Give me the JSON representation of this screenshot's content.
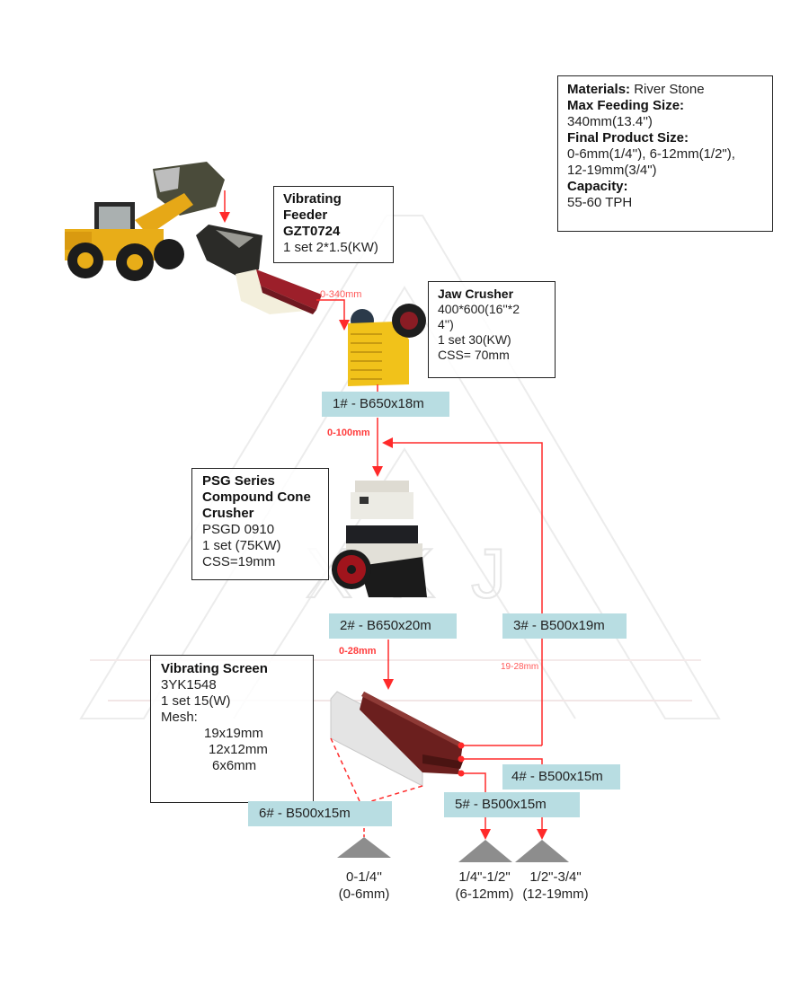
{
  "watermark": {
    "text": "XKJ",
    "shape": "stylized-A-logo"
  },
  "summary": {
    "materials_label": "Materials:",
    "materials_value": "River Stone",
    "max_feed_label": "Max Feeding Size:",
    "max_feed_value": "340mm(13.4'')",
    "final_product_label": "Final Product Size:",
    "final_product_line1": "0-6mm(1/4''), 6-12mm(1/2\"),",
    "final_product_line2": "12-19mm(3/4\")",
    "capacity_label": "Capacity:",
    "capacity_value": "55-60 TPH"
  },
  "equipment": {
    "feeder": {
      "title1": "Vibrating",
      "title2": "Feeder",
      "model": "GZT0724",
      "spec": "1 set 2*1.5(KW)"
    },
    "jaw": {
      "title": "Jaw Crusher",
      "size1": "400*600(16''*2",
      "size2": "4'')",
      "spec": "1 set 30(KW)",
      "css": "CSS= 70mm"
    },
    "cone": {
      "title1": "PSG Series",
      "title2": "Compound Cone",
      "title3": "Crusher",
      "model": "PSGD 0910",
      "spec": "1 set  (75KW)",
      "css": "CSS=19mm"
    },
    "screen": {
      "title": "Vibrating Screen",
      "model": "3YK1548",
      "spec": "1 set  15(W)",
      "mesh_label": "Mesh:",
      "mesh": [
        "19x19mm",
        "12x12mm",
        "6x6mm"
      ]
    }
  },
  "belts": [
    {
      "id": "1#",
      "label": "1# - B650x18m"
    },
    {
      "id": "2#",
      "label": "2# - B650x20m"
    },
    {
      "id": "3#",
      "label": "3# - B500x19m"
    },
    {
      "id": "4#",
      "label": "4# - B500x15m"
    },
    {
      "id": "5#",
      "label": "5# - B500x15m"
    },
    {
      "id": "6#",
      "label": "6# - B500x15m"
    }
  ],
  "flow_sizes": {
    "feeder_out": "0-340mm",
    "jaw_out": "0-100mm",
    "cone_out": "0-28mm",
    "return": "19-28mm"
  },
  "products": [
    {
      "inch": "0-1/4''",
      "mm": "(0-6mm)"
    },
    {
      "inch": "1/4\"-1/2\"",
      "mm": "(6-12mm)"
    },
    {
      "inch": "1/2\"-3/4\"",
      "mm": "(12-19mm)"
    }
  ],
  "colors": {
    "flow_line": "#ff2a2a",
    "belt_label_bg": "#b8dde2",
    "box_border": "#222222"
  }
}
